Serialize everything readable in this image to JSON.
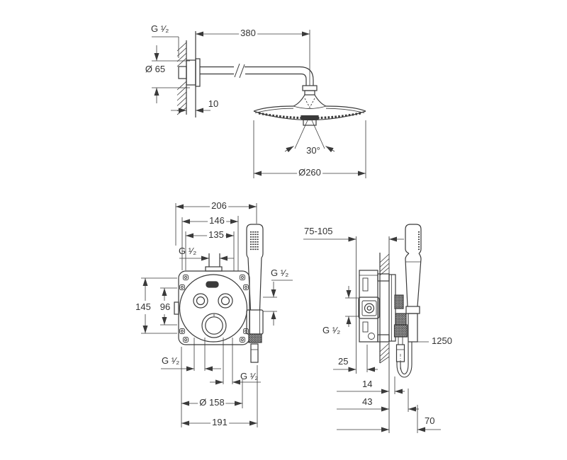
{
  "drawing": {
    "type": "technical-dimension-drawing",
    "product": "concealed thermostatic shower set with head shower and hand shower",
    "colors": {
      "line": "#3a3a3a",
      "text": "#333333",
      "background": "#ffffff"
    },
    "views": {
      "head_shower": {
        "name": "head-shower-top-view",
        "dims": {
          "thread": "G ¹⁄₂",
          "arm_length": "380",
          "escutcheon_diameter": "Ø 65",
          "escutcheon_depth": "10",
          "spray_angle": "30°",
          "head_diameter": "Ø260"
        }
      },
      "mixer_front": {
        "name": "mixer-front-view",
        "dims": {
          "overall_width": "206",
          "width_146": "146",
          "width_135": "135",
          "top_outlet_thread": "G ¹⁄₂",
          "height_145": "145",
          "height_96": "96",
          "holder_outlet_thread": "G ¹⁄₂",
          "bottom_thread_left": "G ¹⁄₂",
          "bottom_thread_right": "G ¹⁄₂",
          "trim_diameter": "Ø 158",
          "width_191": "191"
        }
      },
      "mixer_side": {
        "name": "mixer-side-view",
        "dims": {
          "installation_depth": "75-105",
          "inlet_thread": "G ¹⁄₂",
          "depth_25": "25",
          "hose_length": "1250",
          "offset_14": "14",
          "offset_43": "43",
          "offset_70": "70"
        }
      }
    }
  }
}
